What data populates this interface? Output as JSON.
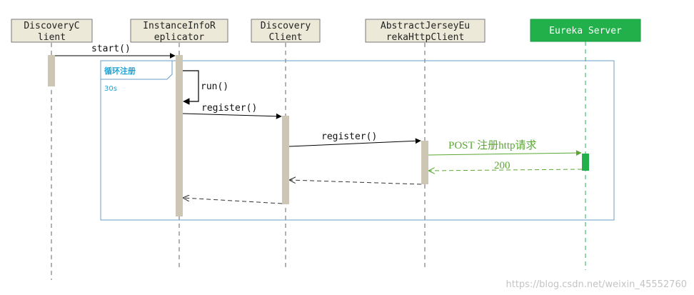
{
  "participants": [
    {
      "id": "discovery-client",
      "name_line1": "DiscoveryC",
      "name_line2": "lient"
    },
    {
      "id": "instance-info-replicator",
      "name_line1": "InstanceInfoR",
      "name_line2": "eplicator"
    },
    {
      "id": "discovery-client-2",
      "name_line1": "Discovery",
      "name_line2": "Client"
    },
    {
      "id": "abstract-jersey-eureka-http-client",
      "name_line1": "AbstractJerseyEu",
      "name_line2": "rekaHttpClient"
    },
    {
      "id": "eureka-server",
      "name_line1": "Eureka Server",
      "name_line2": ""
    }
  ],
  "loop": {
    "label": "循环注册",
    "interval": "30s"
  },
  "messages": {
    "start": "start()",
    "run": "run()",
    "register_1": "register()",
    "register_2": "register()",
    "post": "POST 注册http请求",
    "response": "200"
  },
  "watermark": "https://blog.csdn.net/weixin_45552760",
  "colors": {
    "participant_fill": "#ece9d8",
    "participant_border": "#777777",
    "server_fill": "#22b04b",
    "server_text": "#ffffff",
    "activation_fill": "#cdc6b4",
    "loop_border": "#6a9cc9",
    "loop_label": "#1aa3d6",
    "server_message": "#5aa832",
    "server_activation": "#22b04b"
  }
}
